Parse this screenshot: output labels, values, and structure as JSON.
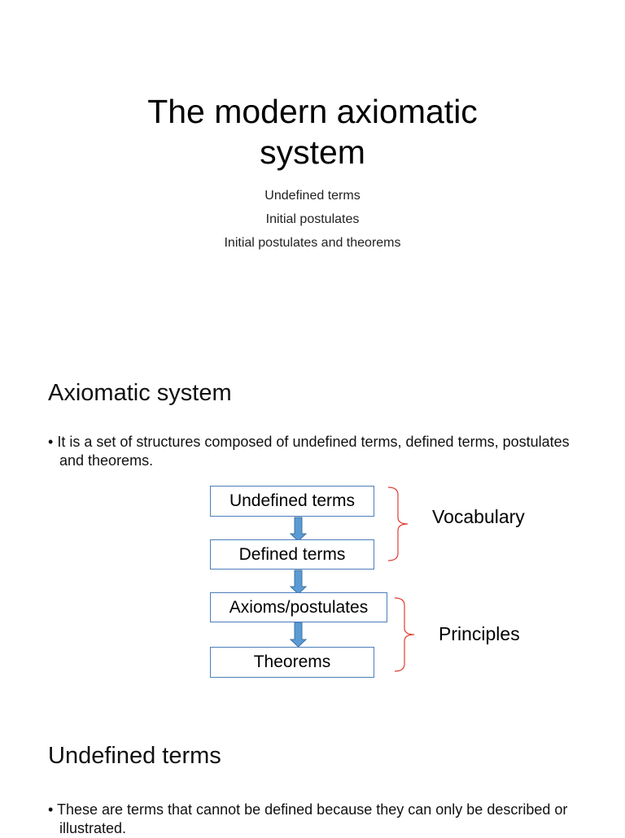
{
  "slide1": {
    "title_line1": "The modern axiomatic",
    "title_line2": "system",
    "subtitles": [
      "Undefined terms",
      "Initial postulates",
      "Initial postulates and theorems"
    ]
  },
  "slide2": {
    "heading": "Axiomatic system",
    "bullet": "It is a set of structures composed of undefined terms, defined terms, postulates and theorems.",
    "boxes": [
      "Undefined terms",
      "Defined terms",
      "Axioms/postulates",
      "Theorems"
    ],
    "groups": [
      "Vocabulary",
      "Principles"
    ],
    "colors": {
      "box_border": "#4a7ebb",
      "arrow": "#5b9bd5",
      "brace": "#e03c31"
    }
  },
  "slide3": {
    "heading": "Undefined terms",
    "bullet": "These are terms that cannot be defined because they can only be described or illustrated."
  }
}
